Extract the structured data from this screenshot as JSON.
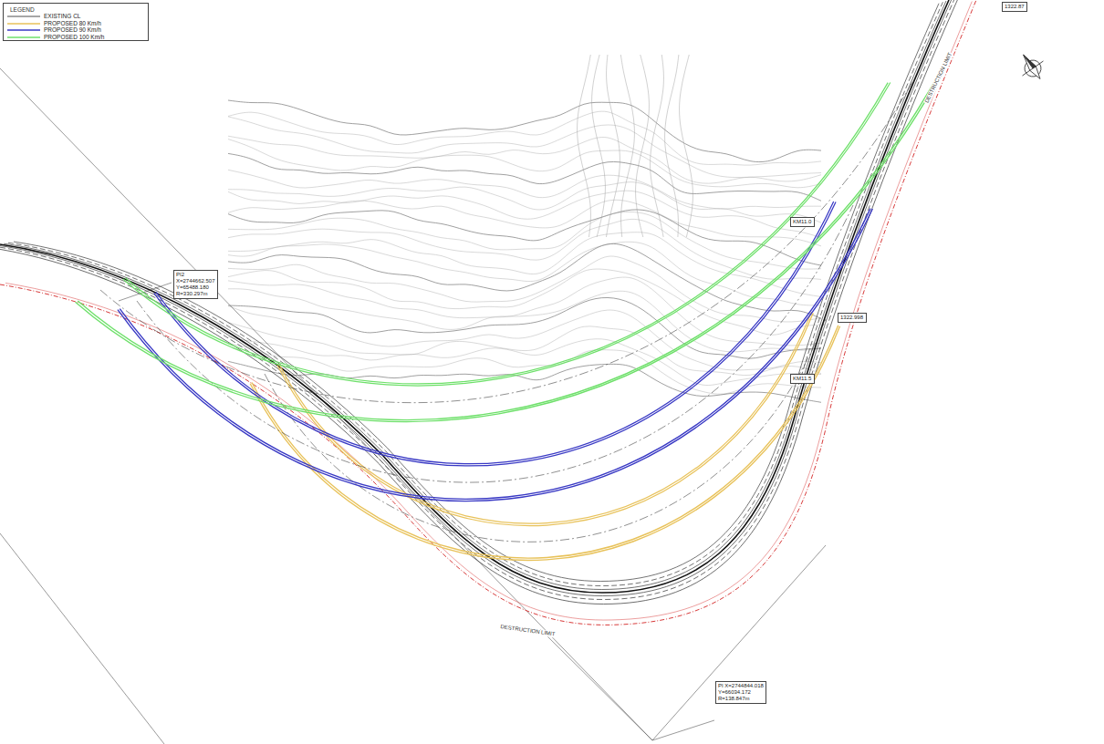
{
  "diagram": {
    "nodes": [
      {
        "text": [
          "PI2 X=2744662.507 Y=65488.180 R=330.297m"
        ]
      },
      {
        "text": [
          "PI X=2744844.018 Y=66034.172 R=138.847m"
        ]
      },
      {
        "text": [
          "KM11.0"
        ]
      },
      {
        "text": [
          "KM11.5"
        ]
      },
      {
        "text": [
          "1322.87"
        ]
      },
      {
        "text": [
          "1322.998"
        ]
      }
    ],
    "labels": [
      "LEGEND",
      "DESTRUCTION LIMIT",
      "DESTRUCTION LIMIT"
    ],
    "legend": [
      {
        "text": "EXISTING CL"
      },
      {
        "text": "PROPOSED 80 Km/h"
      },
      {
        "text": "PROPOSED 90 Km/h"
      },
      {
        "text": "PROPOSED 100 Km/h"
      }
    ]
  }
}
